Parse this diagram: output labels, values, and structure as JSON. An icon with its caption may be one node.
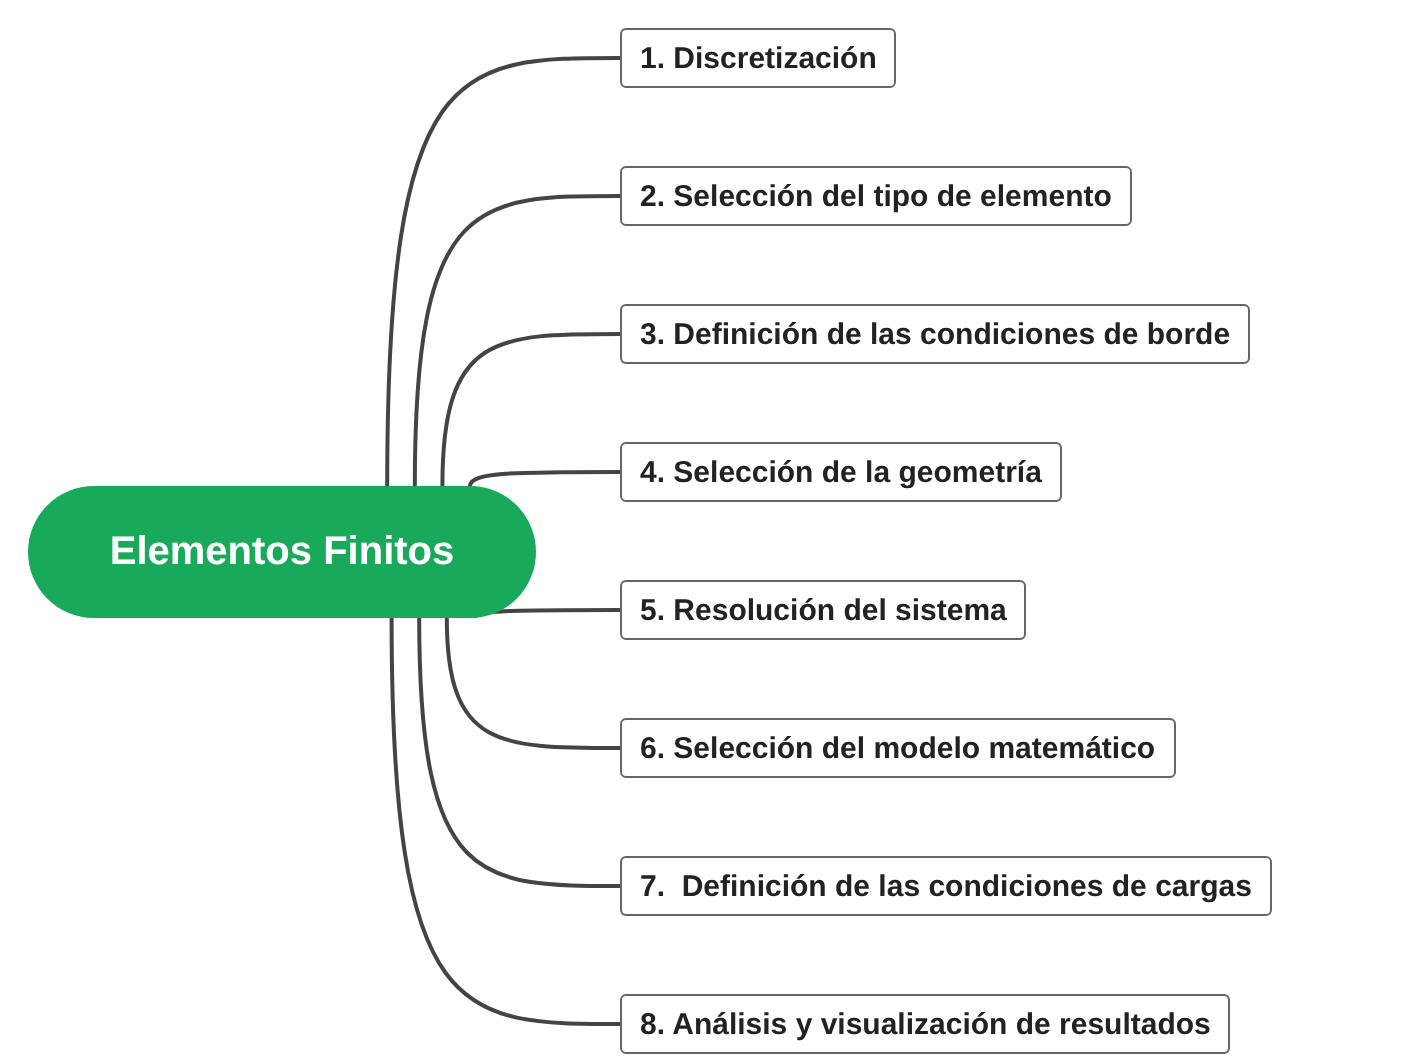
{
  "diagram": {
    "nodes": [
      {
        "text": [
          "Elementos Finitos"
        ]
      },
      {
        "text": [
          "1. Discretización"
        ]
      },
      {
        "text": [
          "2. Selección del tipo de elemento"
        ]
      },
      {
        "text": [
          "3. Definición de las condiciones de borde"
        ]
      },
      {
        "text": [
          "4. Selección de la geometría"
        ]
      },
      {
        "text": [
          "5. Resolución del sistema"
        ]
      },
      {
        "text": [
          "6. Selección del modelo matemático"
        ]
      },
      {
        "text": [
          "7.  Definición de las condiciones de cargas"
        ]
      },
      {
        "text": [
          "8. Análisis y visualización de resultados"
        ]
      }
    ],
    "edges": [
      {
        "from": 0,
        "to": 1,
        "arrow": "none"
      },
      {
        "from": 0,
        "to": 2,
        "arrow": "none"
      },
      {
        "from": 0,
        "to": 3,
        "arrow": "none"
      },
      {
        "from": 0,
        "to": 4,
        "arrow": "none"
      },
      {
        "from": 0,
        "to": 5,
        "arrow": "none"
      },
      {
        "from": 0,
        "to": 6,
        "arrow": "none"
      },
      {
        "from": 0,
        "to": 7,
        "arrow": "none"
      },
      {
        "from": 0,
        "to": 8,
        "arrow": "none"
      }
    ]
  }
}
